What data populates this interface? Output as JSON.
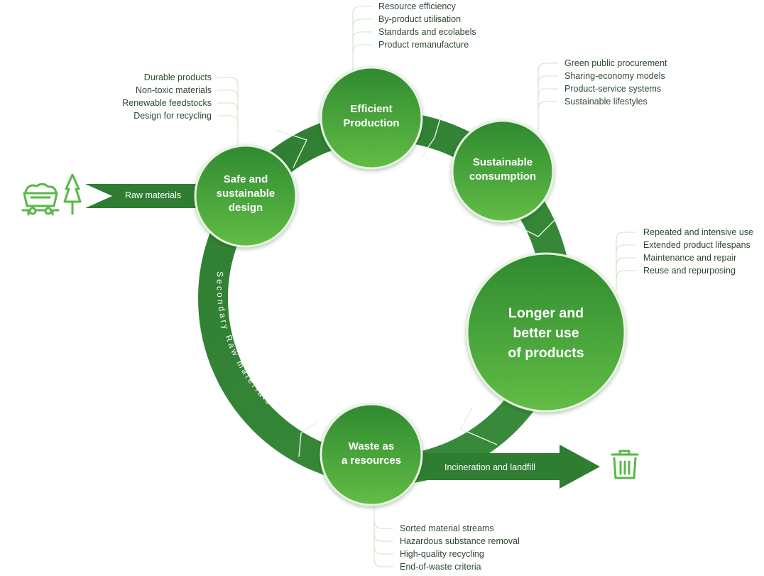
{
  "colors": {
    "ring_dark": "#2f7d32",
    "ring_mid": "#3d9140",
    "node_light": "#62bd45",
    "node_dark": "#2f8a30",
    "node_border": "#e8f3e2",
    "icon_green": "#57b947",
    "connector": "#cfe4c6",
    "text_dark": "#2d4a2f"
  },
  "nodes": {
    "production": {
      "lines": [
        "Efficient",
        "Production"
      ]
    },
    "consumption": {
      "lines": [
        "Sustainable",
        "consumption"
      ]
    },
    "longer_use": {
      "lines": [
        "Longer and",
        "better use",
        "of products"
      ]
    },
    "waste": {
      "lines": [
        "Waste as",
        "a resources"
      ]
    },
    "design": {
      "lines": [
        "Safe and",
        "sustainable",
        "design"
      ]
    }
  },
  "lists": {
    "production": [
      "Resource efficiency",
      "By-product utilisation",
      "Standards and ecolabels",
      "Product remanufacture"
    ],
    "consumption": [
      "Green public procurement",
      "Sharing-economy models",
      "Product-service systems",
      "Sustainable lifestyles"
    ],
    "longer_use": [
      "Repeated and intensive use",
      "Extended product lifespans",
      "Maintenance and repair",
      "Reuse and repurposing"
    ],
    "waste": [
      "Sorted material streams",
      "Hazardous substance removal",
      "High-quality recycling",
      "End-of-waste criteria"
    ],
    "design": [
      "Durable products",
      "Non-toxic materials",
      "Renewable feedstocks",
      "Design for recycling"
    ]
  },
  "arrows": {
    "raw_materials": "Raw materials",
    "incineration": "Incineration and landfill",
    "secondary": "Secondary Raw materials"
  },
  "icons": {
    "mine_cart": "mine-cart-icon",
    "tree": "tree-icon",
    "trash": "trash-bin-icon"
  }
}
